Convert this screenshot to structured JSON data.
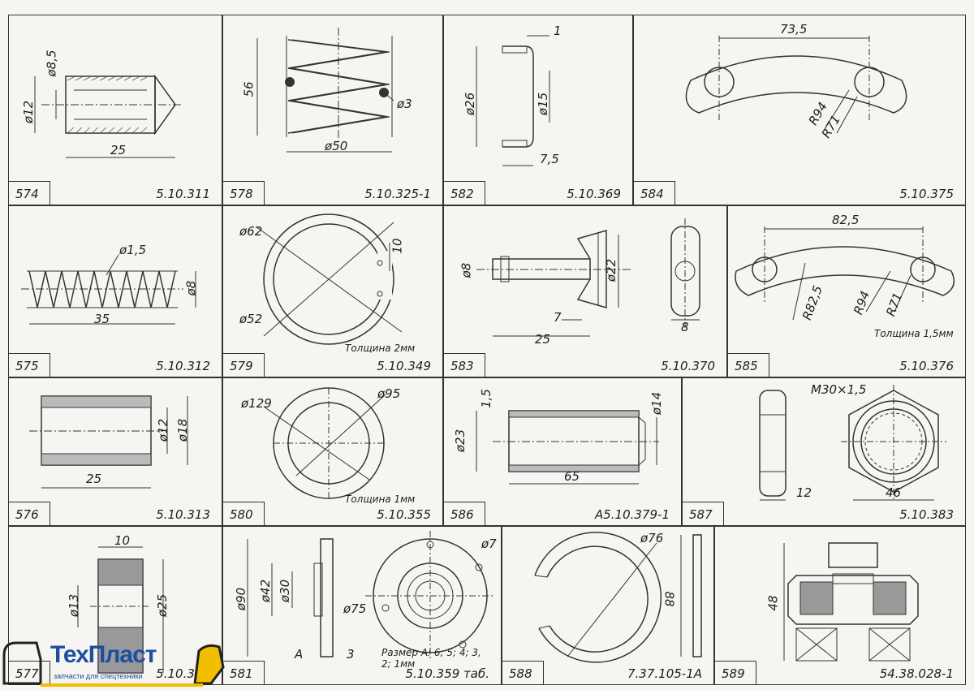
{
  "cells": [
    {
      "id": "c574",
      "number": "574",
      "code": "5.10.311",
      "dims": [
        "ø8,5",
        "ø12",
        "25"
      ]
    },
    {
      "id": "c578",
      "number": "578",
      "code": "5.10.325-1",
      "dims": [
        "56",
        "ø3",
        "ø50"
      ]
    },
    {
      "id": "c582",
      "number": "582",
      "code": "5.10.369",
      "dims": [
        "1",
        "ø26",
        "ø15",
        "7,5"
      ]
    },
    {
      "id": "c584",
      "number": "584",
      "code": "5.10.375",
      "dims": [
        "73,5",
        "R94",
        "R71"
      ]
    },
    {
      "id": "c575",
      "number": "575",
      "code": "5.10.312",
      "dims": [
        "ø1,5",
        "ø8",
        "35"
      ]
    },
    {
      "id": "c579",
      "number": "579",
      "code": "5.10.349",
      "dims": [
        "ø62",
        "10",
        "ø52"
      ],
      "note": "Толщина 2мм"
    },
    {
      "id": "c583",
      "number": "583",
      "code": "5.10.370",
      "dims": [
        "ø8",
        "ø22",
        "7",
        "25",
        "8"
      ]
    },
    {
      "id": "c585",
      "number": "585",
      "code": "5.10.376",
      "dims": [
        "82,5",
        "R82,5",
        "R94",
        "R71"
      ],
      "note": "Толщина 1,5мм"
    },
    {
      "id": "c576",
      "number": "576",
      "code": "5.10.313",
      "dims": [
        "ø12",
        "ø18",
        "25"
      ]
    },
    {
      "id": "c580",
      "number": "580",
      "code": "5.10.355",
      "dims": [
        "ø129",
        "ø95"
      ],
      "note": "Толщина 1мм"
    },
    {
      "id": "c586",
      "number": "586",
      "code": "А5.10.379-1",
      "dims": [
        "1,5",
        "ø14",
        "ø23",
        "65"
      ]
    },
    {
      "id": "c587",
      "number": "587",
      "code": "5.10.383",
      "dims": [
        "М30×1,5",
        "12",
        "46"
      ]
    },
    {
      "id": "c577",
      "number": "577",
      "code": "5.10.377",
      "dims": [
        "10",
        "ø13",
        "ø25"
      ]
    },
    {
      "id": "c581",
      "number": "581",
      "code": "5.10.359 таб.",
      "dims": [
        "ø7",
        "ø90",
        "ø42",
        "ø30",
        "ø75",
        "А",
        "3"
      ],
      "note": "Размер А: 6; 5; 4; 3,\n2; 1мм"
    },
    {
      "id": "c588",
      "number": "588",
      "code": "7.37.105-1А",
      "dims": [
        "ø76",
        "88"
      ]
    },
    {
      "id": "c589",
      "number": "589",
      "code": "54.38.028-1",
      "dims": [
        "48"
      ]
    }
  ],
  "logo": {
    "name": "ТехПласт",
    "tagline": "запчасти для спецтехники"
  }
}
